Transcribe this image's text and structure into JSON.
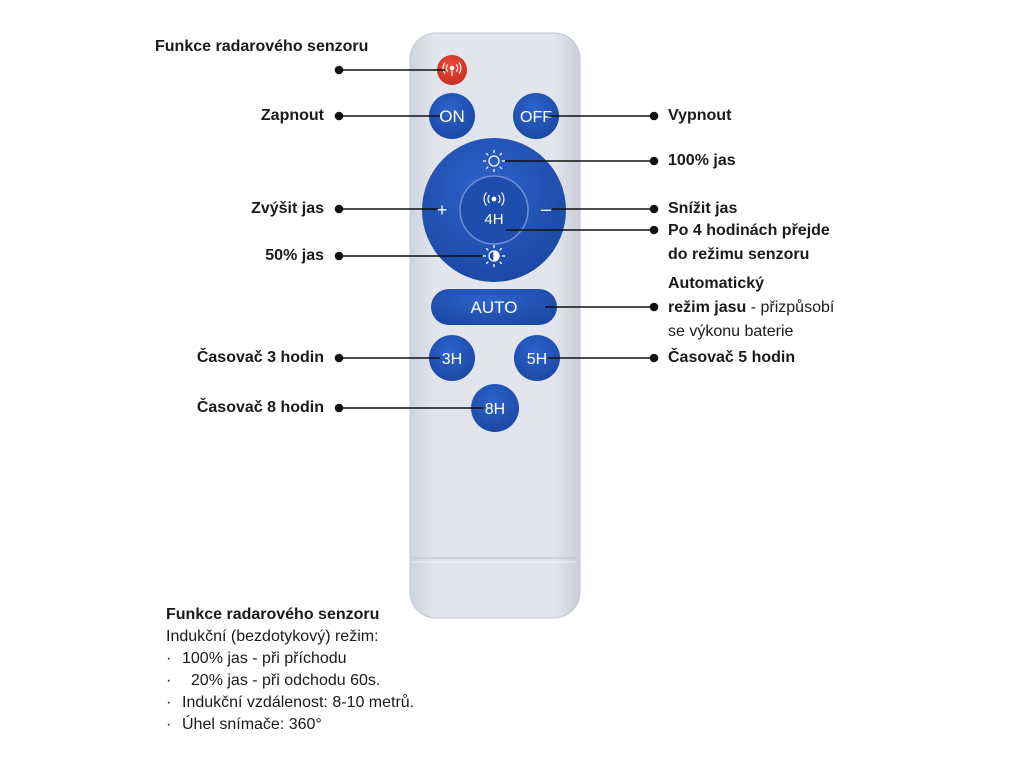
{
  "remote": {
    "buttons": {
      "on": "ON",
      "off": "OFF",
      "plus": "+",
      "minus": "–",
      "center": "4H",
      "auto": "AUTO",
      "h3": "3H",
      "h5": "5H",
      "h8": "8H"
    }
  },
  "labels": {
    "radar": "Funkce radarového senzoru",
    "on": "Zapnout",
    "off": "Vypnout",
    "full": "100% jas",
    "increase": "Zvýšit jas",
    "decrease": "Snížit jas",
    "sensor_line1": "Po 4 hodinách přejde",
    "sensor_line2": "do režimu senzoru",
    "half": "50% jas",
    "auto_line1": "Automatický",
    "auto_line2_bold": "režim jasu",
    "auto_line2_rest": " - přizpůsobí",
    "auto_line3": "se výkonu baterie",
    "timer3": "Časovač 3 hodin",
    "timer5": "Časovač 5 hodin",
    "timer8": "Časovač 8 hodin"
  },
  "info": {
    "title": "Funkce radarového senzoru",
    "subtitle": "Indukční (bezdotykový) režim:",
    "items": [
      "100% jas - při příchodu",
      "  20% jas - při odchodu 60s.",
      "Indukční vzdálenost: 8-10 metrů.",
      "Úhel snímače: 360°"
    ]
  },
  "colors": {
    "remote_body": "#dde0e8",
    "button_blue": "#1f52b6",
    "button_red": "#d83a2b"
  }
}
